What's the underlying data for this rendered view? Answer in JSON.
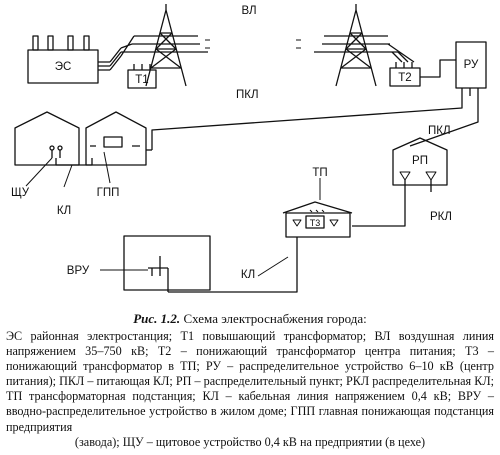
{
  "diagram": {
    "labels": {
      "vl": "ВЛ",
      "es": "ЭС",
      "t1": "Т1",
      "t2": "Т2",
      "ru": "РУ",
      "pkl_top": "ПКЛ",
      "pkl_right": "ПКЛ",
      "rp": "РП",
      "tp": "ТП",
      "t3": "Т3",
      "rkl": "РКЛ",
      "schu": "ЩУ",
      "kl_left": "КЛ",
      "gpp": "ГПП",
      "vru": "ВРУ",
      "kl_bottom": "КЛ"
    }
  },
  "caption": {
    "number": "Рис. 1.2.",
    "title": "Схема электроснабжения города:"
  },
  "legend": {
    "text": "ЭС  районная электростанция; Т1  повышающий трансформатор; ВЛ  воздушная линия напряжением 35–750 кВ; Т2 – понижающий трансформатор центра питания; Т3 – понижающий трансформатор в ТП; РУ – распределительное устройство 6–10 кВ (центр питания); ПКЛ – питающая КЛ; РП – распределительный пункт; РКЛ  распределительная КЛ; ТП  трансформаторная подстанция; КЛ – кабельная линия напряжением 0,4 кВ; ВРУ – вводно-распределительное устройство в жилом доме; ГПП  главная понижающая подстанция предприятия",
    "tail": "(завода); ЩУ – щитовое устройство 0,4 кВ на предприятии (в цехе)"
  }
}
